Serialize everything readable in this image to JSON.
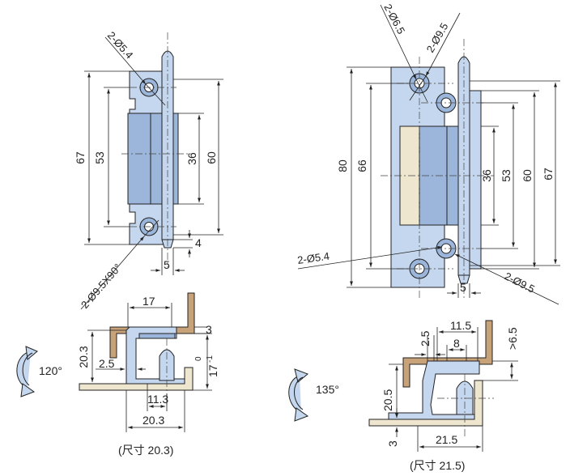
{
  "colors": {
    "part_blue": "#c4d7ee",
    "part_blue_dark": "#9bb6da",
    "leaf_tan": "#c8a37a",
    "leaf_cream": "#efe6cf",
    "line": "#222222"
  },
  "left_view": {
    "hole_callout": "2-Ø5.4",
    "countersink_callout": "2-Ø9.5X90°",
    "dims": {
      "overall": "67",
      "hole_pitch": "53",
      "knuckle": "36",
      "side": "60",
      "pin_offset": "4",
      "pin_width": "5"
    }
  },
  "right_view": {
    "hole_callout_top": "2-Ø6.5",
    "counterbore_top": "2-Ø9.5",
    "hole_callout": "2-Ø5.4",
    "counterbore_bottom": "2-Ø9.5",
    "dims": {
      "overall": "80",
      "hole_pitch": "66",
      "knuckle": "36",
      "hole_pitch_b": "53",
      "side": "60",
      "overall_b": "67",
      "pin_width": "5"
    }
  },
  "left_section": {
    "angle": "120°",
    "dims": {
      "top": "17",
      "thickness": "3",
      "height": "20.3",
      "inset": "2.5",
      "tolerance_value": "17",
      "tol_upper": "0",
      "tol_lower": "-1",
      "pin_center": "11.3",
      "width": "20.3"
    },
    "caption": "(尺寸 20.3)"
  },
  "right_section": {
    "angle": "135°",
    "dims": {
      "top": "11.5",
      "offset": "8",
      "inset": "2.5",
      "gap": ">6.5",
      "height": "20.5",
      "thickness": "3",
      "width": "21.5"
    },
    "caption": "(尺寸 21.5)"
  }
}
